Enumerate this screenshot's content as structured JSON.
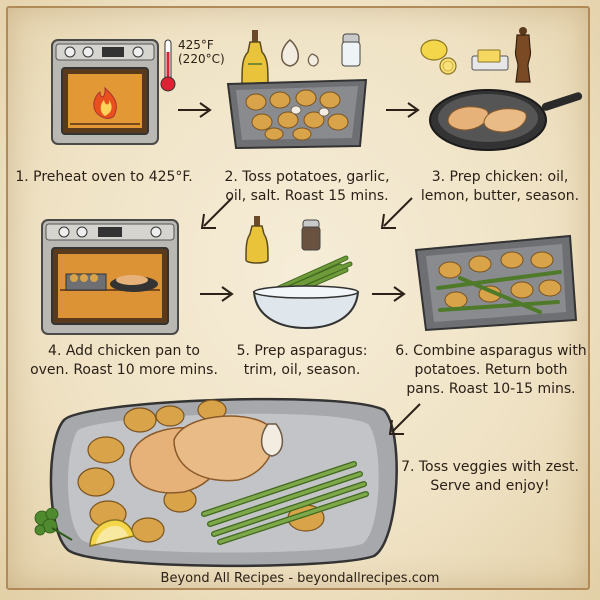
{
  "thermometer": {
    "line1": "425°F",
    "line2": "(220°C)"
  },
  "steps": [
    {
      "number": "1.",
      "lines": [
        "1. Preheat oven to 425°F."
      ]
    },
    {
      "number": "2.",
      "lines": [
        "2. Toss potatoes, garlic,",
        "oil, salt. Roast 15 mins."
      ]
    },
    {
      "number": "3.",
      "lines": [
        "3. Prep chicken: oil,",
        "lemon, butter, season."
      ]
    },
    {
      "number": "4.",
      "lines": [
        "4. Add chicken pan to",
        "oven. Roast 10 more mins."
      ]
    },
    {
      "number": "5.",
      "lines": [
        "5. Prep asparagus:",
        "trim, oil, season."
      ]
    },
    {
      "number": "6.",
      "lines": [
        "6. Combine asparagus with",
        "potatoes. Return both",
        "pans. Roast 10-15 mins."
      ]
    },
    {
      "number": "7.",
      "lines": [
        "7. Toss veggies with zest.",
        "Serve and enjoy!"
      ]
    }
  ],
  "footer": {
    "text": "Beyond All Recipes - beyondallrecipes.com"
  },
  "colors": {
    "background": "#efe3c8",
    "text": "#2b2118",
    "oven_steel": "#a9a9a4",
    "oven_glow": "#f2a33a",
    "potato": "#d9a449",
    "chicken": "#e6b27a",
    "asparagus": "#6f9a3a",
    "lemon": "#f4d64a"
  },
  "icons": [
    "oven-icon",
    "thermometer-icon",
    "olive-oil-bottle-icon",
    "garlic-icon",
    "salt-shaker-icon",
    "roasting-pan-icon",
    "lemon-icon",
    "butter-icon",
    "pepper-mill-icon",
    "skillet-icon",
    "mixing-bowl-icon",
    "serving-platter-icon",
    "parsley-icon",
    "arrow-icon"
  ]
}
